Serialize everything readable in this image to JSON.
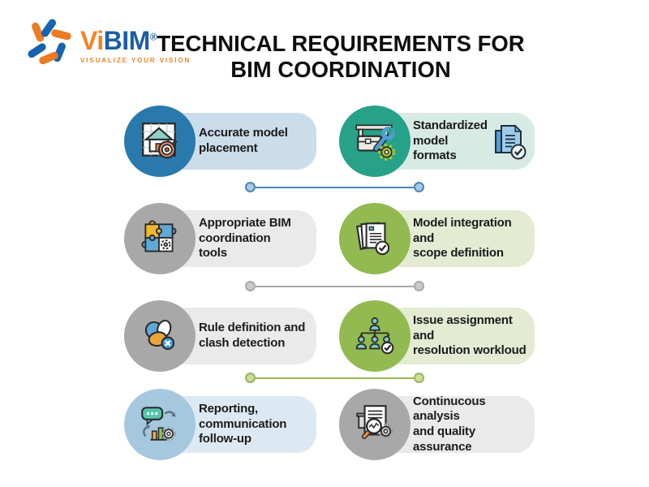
{
  "palette": {
    "brand_orange": "#F58220",
    "brand_blue": "#1A5DA8",
    "title_color": "#0e0e0e",
    "text_color": "#1b1b1b",
    "background": "#ffffff"
  },
  "logo": {
    "vi": "Vi",
    "bim": "BIM",
    "reg": "®",
    "tagline": "VISUALIZE YOUR VISION"
  },
  "title": {
    "text": "TECHNICAL REQUIREMENTS FOR\nBIM COORDINATION"
  },
  "items": [
    {
      "id": "accurate-model-placement",
      "text": "Accurate model\nplacement",
      "icon": "house-target-icon",
      "circle_color": "#2A79AC",
      "pill_color": "#CBDCEA"
    },
    {
      "id": "standardized-model-formats",
      "text": "Standardized\nmodel formats",
      "icon": "toolbox-wrench-gear-icon",
      "trailing_icon": "documents-check-badge-icon",
      "circle_color": "#27A288",
      "pill_color": "#D8EAE4"
    },
    {
      "id": "appropriate-bim-coordination-tools",
      "text": "Appropriate BIM\ncoordination\ntools",
      "icon": "puzzle-pieces-icon",
      "circle_color": "#A8A8A8",
      "pill_color": "#EAEAEA"
    },
    {
      "id": "model-integration-scope-definition",
      "text": "Model integration and\nscope definition",
      "icon": "documents-stack-check-icon",
      "circle_color": "#92BA50",
      "pill_color": "#E3ECD3"
    },
    {
      "id": "rule-definition-clash-detection",
      "text": "Rule definition and\nclash detection",
      "icon": "clash-shapes-x-icon",
      "circle_color": "#A8A8A8",
      "pill_color": "#EAEAEA"
    },
    {
      "id": "issue-assignment-resolution",
      "text": "Issue assignment and\nresolution workloud",
      "icon": "org-chart-check-icon",
      "circle_color": "#92BA50",
      "pill_color": "#E3ECD3"
    },
    {
      "id": "reporting-communication-follow-up",
      "text": "Reporting,\ncommunication\nfollow-up",
      "icon": "chat-chart-sync-icon",
      "circle_color": "#A6C8DF",
      "pill_color": "#DDE9F2"
    },
    {
      "id": "continuous-analysis-quality-assurance",
      "text": "Continucous analysis\nand quality assurance",
      "icon": "document-magnifier-gear-icon",
      "circle_color": "#A8A8A8",
      "pill_color": "#EAEAEA"
    }
  ],
  "connectors": [
    {
      "between": "row1-row2",
      "line_color": "#4B86B4",
      "dot_fill": "#AAC8E2"
    },
    {
      "between": "row2-row3",
      "line_color": "#A9A9A9",
      "dot_fill": "#C9C9C9"
    },
    {
      "between": "row3-row4",
      "line_color": "#94B854",
      "dot_fill": "#CBDC9B"
    }
  ]
}
